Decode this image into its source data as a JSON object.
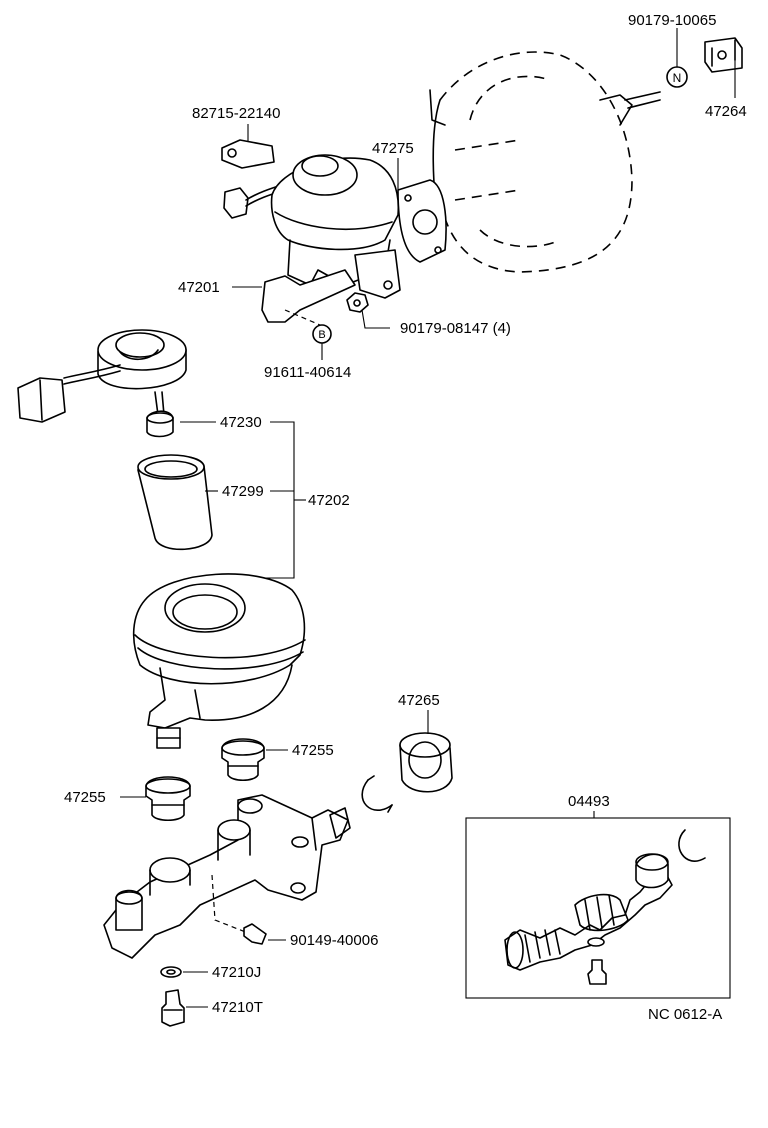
{
  "labels": {
    "p90179_10065": "90179-10065",
    "p47264": "47264",
    "p82715_22140": "82715-22140",
    "p47275": "47275",
    "p47201": "47201",
    "p90179_08147": "90179-08147 (4)",
    "p91611_40614": "91611-40614",
    "p47230": "47230",
    "p47299": "47299",
    "p47202": "47202",
    "p47265": "47265",
    "p47255_upper": "47255",
    "p47255_lower": "47255",
    "p04493": "04493",
    "p90149_40006": "90149-40006",
    "p47210J": "47210J",
    "p47210T": "47210T",
    "diagram_code": "NC 0612-A"
  },
  "markers": {
    "nut_letter": "N",
    "bolt_letter": "B"
  }
}
